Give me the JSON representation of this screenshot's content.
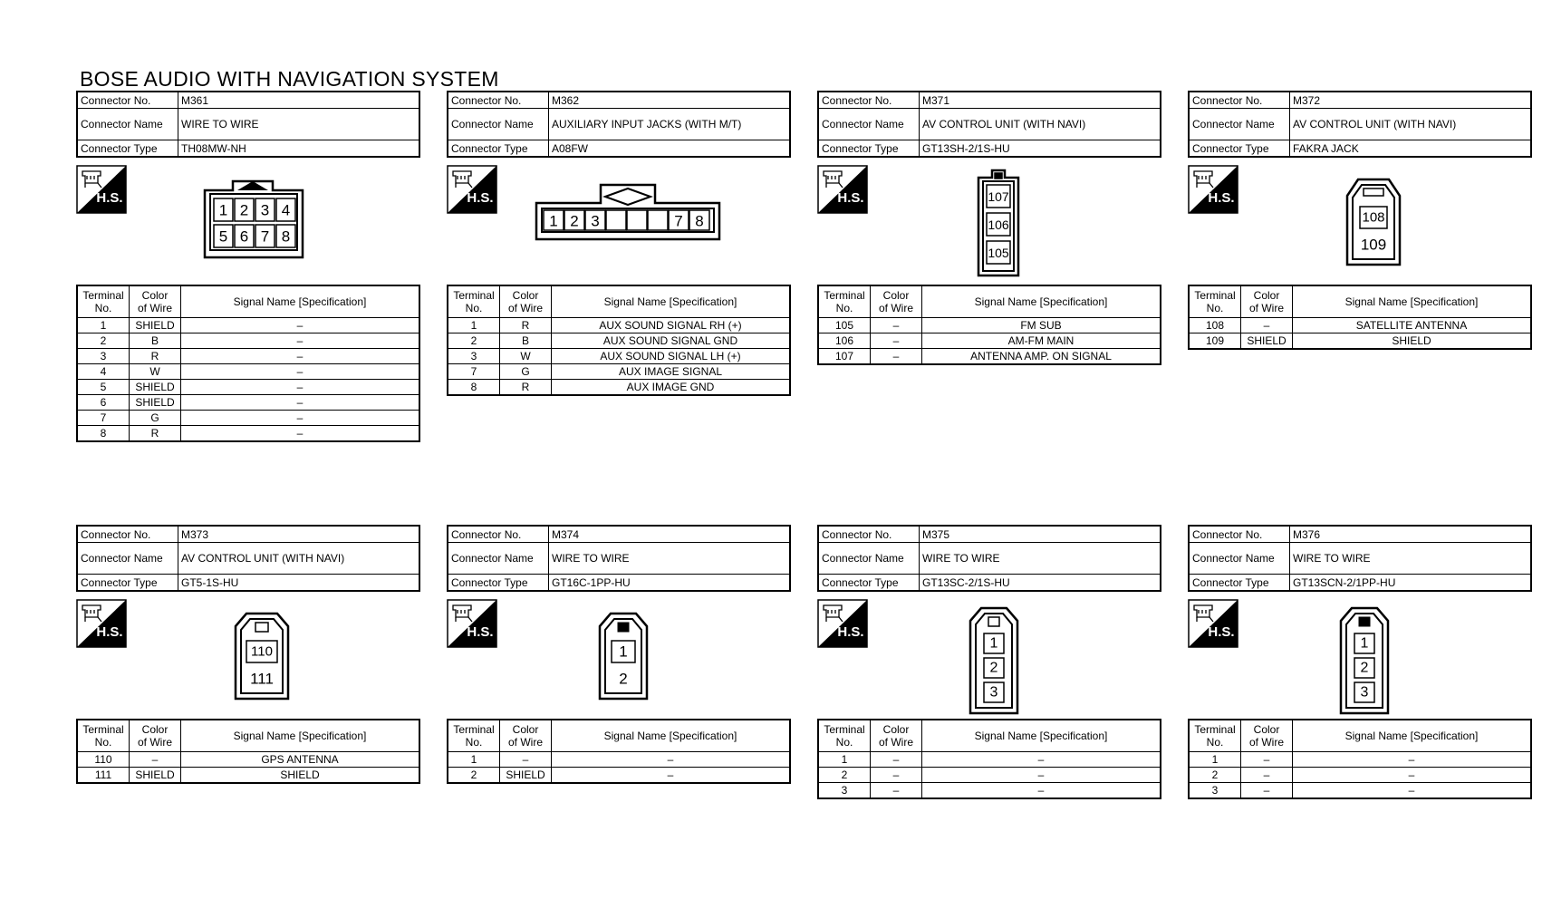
{
  "title": "BOSE AUDIO WITH NAVIGATION SYSTEM",
  "labels": {
    "connector_no": "Connector No.",
    "connector_name": "Connector Name",
    "connector_type": "Connector Type",
    "terminal": "Terminal",
    "no": "No.",
    "color": "Color",
    "of_wire": "of Wire",
    "signal_name": "Signal Name [Specification]",
    "hs": "H.S."
  },
  "connectors": [
    {
      "no": "M361",
      "name": "WIRE TO WIRE",
      "type": "TH08MW-NH",
      "pins": [
        "1",
        "2",
        "3",
        "4",
        "5",
        "6",
        "7",
        "8"
      ],
      "rows": [
        [
          "1",
          "SHIELD",
          "–"
        ],
        [
          "2",
          "B",
          "–"
        ],
        [
          "3",
          "R",
          "–"
        ],
        [
          "4",
          "W",
          "–"
        ],
        [
          "5",
          "SHIELD",
          "–"
        ],
        [
          "6",
          "SHIELD",
          "–"
        ],
        [
          "7",
          "G",
          "–"
        ],
        [
          "8",
          "R",
          "–"
        ]
      ]
    },
    {
      "no": "M362",
      "name": "AUXILIARY INPUT JACKS (WITH M/T)",
      "type": "A08FW",
      "pins": [
        "1",
        "2",
        "3",
        "7",
        "8"
      ],
      "rows": [
        [
          "1",
          "R",
          "AUX SOUND SIGNAL RH (+)"
        ],
        [
          "2",
          "B",
          "AUX SOUND SIGNAL GND"
        ],
        [
          "3",
          "W",
          "AUX SOUND SIGNAL LH (+)"
        ],
        [
          "7",
          "G",
          "AUX IMAGE SIGNAL"
        ],
        [
          "8",
          "R",
          "AUX IMAGE GND"
        ]
      ]
    },
    {
      "no": "M371",
      "name": "AV CONTROL UNIT (WITH NAVI)",
      "type": "GT13SH-2/1S-HU",
      "pins": [
        "107",
        "106",
        "105"
      ],
      "rows": [
        [
          "105",
          "–",
          "FM SUB"
        ],
        [
          "106",
          "–",
          "AM-FM MAIN"
        ],
        [
          "107",
          "–",
          "ANTENNA AMP. ON SIGNAL"
        ]
      ]
    },
    {
      "no": "M372",
      "name": "AV CONTROL UNIT (WITH NAVI)",
      "type": "FAKRA JACK",
      "pins": [
        "108",
        "109"
      ],
      "rows": [
        [
          "108",
          "–",
          "SATELLITE ANTENNA"
        ],
        [
          "109",
          "SHIELD",
          "SHIELD"
        ]
      ]
    },
    {
      "no": "M373",
      "name": "AV CONTROL UNIT (WITH NAVI)",
      "type": "GT5-1S-HU",
      "pins": [
        "110",
        "111"
      ],
      "rows": [
        [
          "110",
          "–",
          "GPS ANTENNA"
        ],
        [
          "111",
          "SHIELD",
          "SHIELD"
        ]
      ]
    },
    {
      "no": "M374",
      "name": "WIRE TO WIRE",
      "type": "GT16C-1PP-HU",
      "pins": [
        "1",
        "2"
      ],
      "rows": [
        [
          "1",
          "–",
          "–"
        ],
        [
          "2",
          "SHIELD",
          "–"
        ]
      ]
    },
    {
      "no": "M375",
      "name": "WIRE TO WIRE",
      "type": "GT13SC-2/1S-HU",
      "pins": [
        "1",
        "2",
        "3"
      ],
      "rows": [
        [
          "1",
          "–",
          "–"
        ],
        [
          "2",
          "–",
          "–"
        ],
        [
          "3",
          "–",
          "–"
        ]
      ]
    },
    {
      "no": "M376",
      "name": "WIRE TO WIRE",
      "type": "GT13SCN-2/1PP-HU",
      "pins": [
        "1",
        "2",
        "3"
      ],
      "rows": [
        [
          "1",
          "–",
          "–"
        ],
        [
          "2",
          "–",
          "–"
        ],
        [
          "3",
          "–",
          "–"
        ]
      ]
    }
  ]
}
